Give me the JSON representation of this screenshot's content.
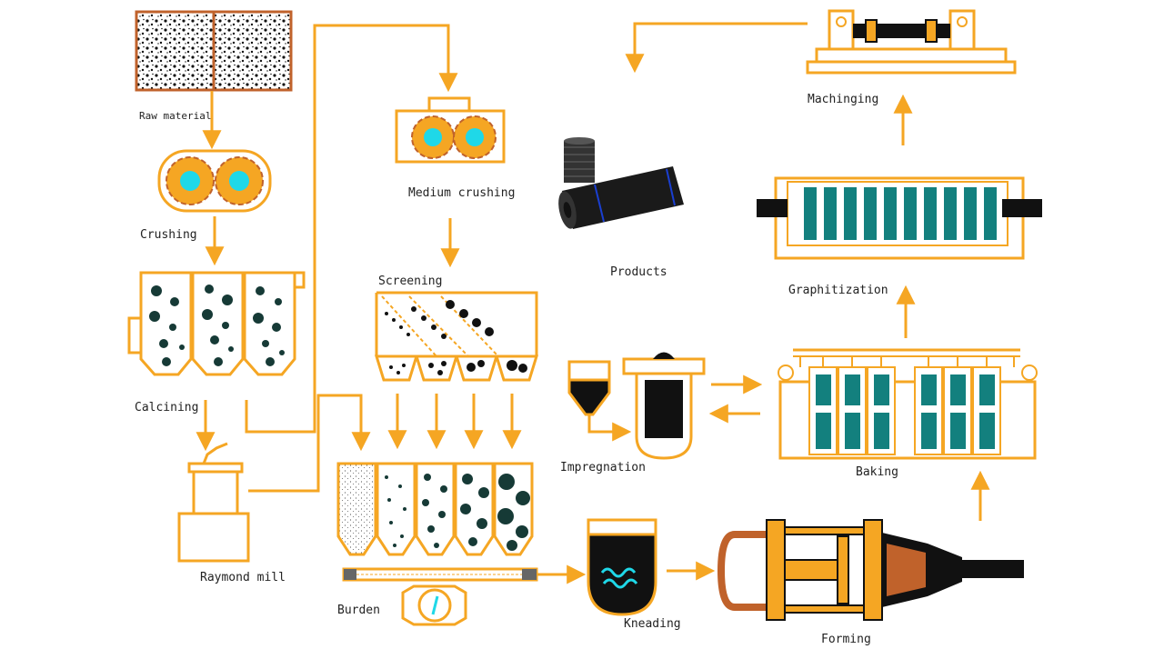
{
  "labels": {
    "raw_material": "Raw material",
    "crushing": "Crushing",
    "calcining": "Calcining",
    "raymond_mill": "Raymond mill",
    "medium_crushing": "Medium crushing",
    "screening": "Screening",
    "burden": "Burden",
    "kneading": "Kneading",
    "forming": "Forming",
    "impregnation": "Impregnation",
    "baking": "Baking",
    "graphitization": "Graphitization",
    "machining": "Machinging",
    "products": "Products"
  },
  "colors": {
    "flow": "#f5a623",
    "frame": "#f5a623",
    "raw_border": "#c0622b",
    "cyan": "#1fd8e8",
    "teal": "#13807e",
    "dark": "#163a36",
    "black": "#111111",
    "brown": "#c0622b"
  }
}
